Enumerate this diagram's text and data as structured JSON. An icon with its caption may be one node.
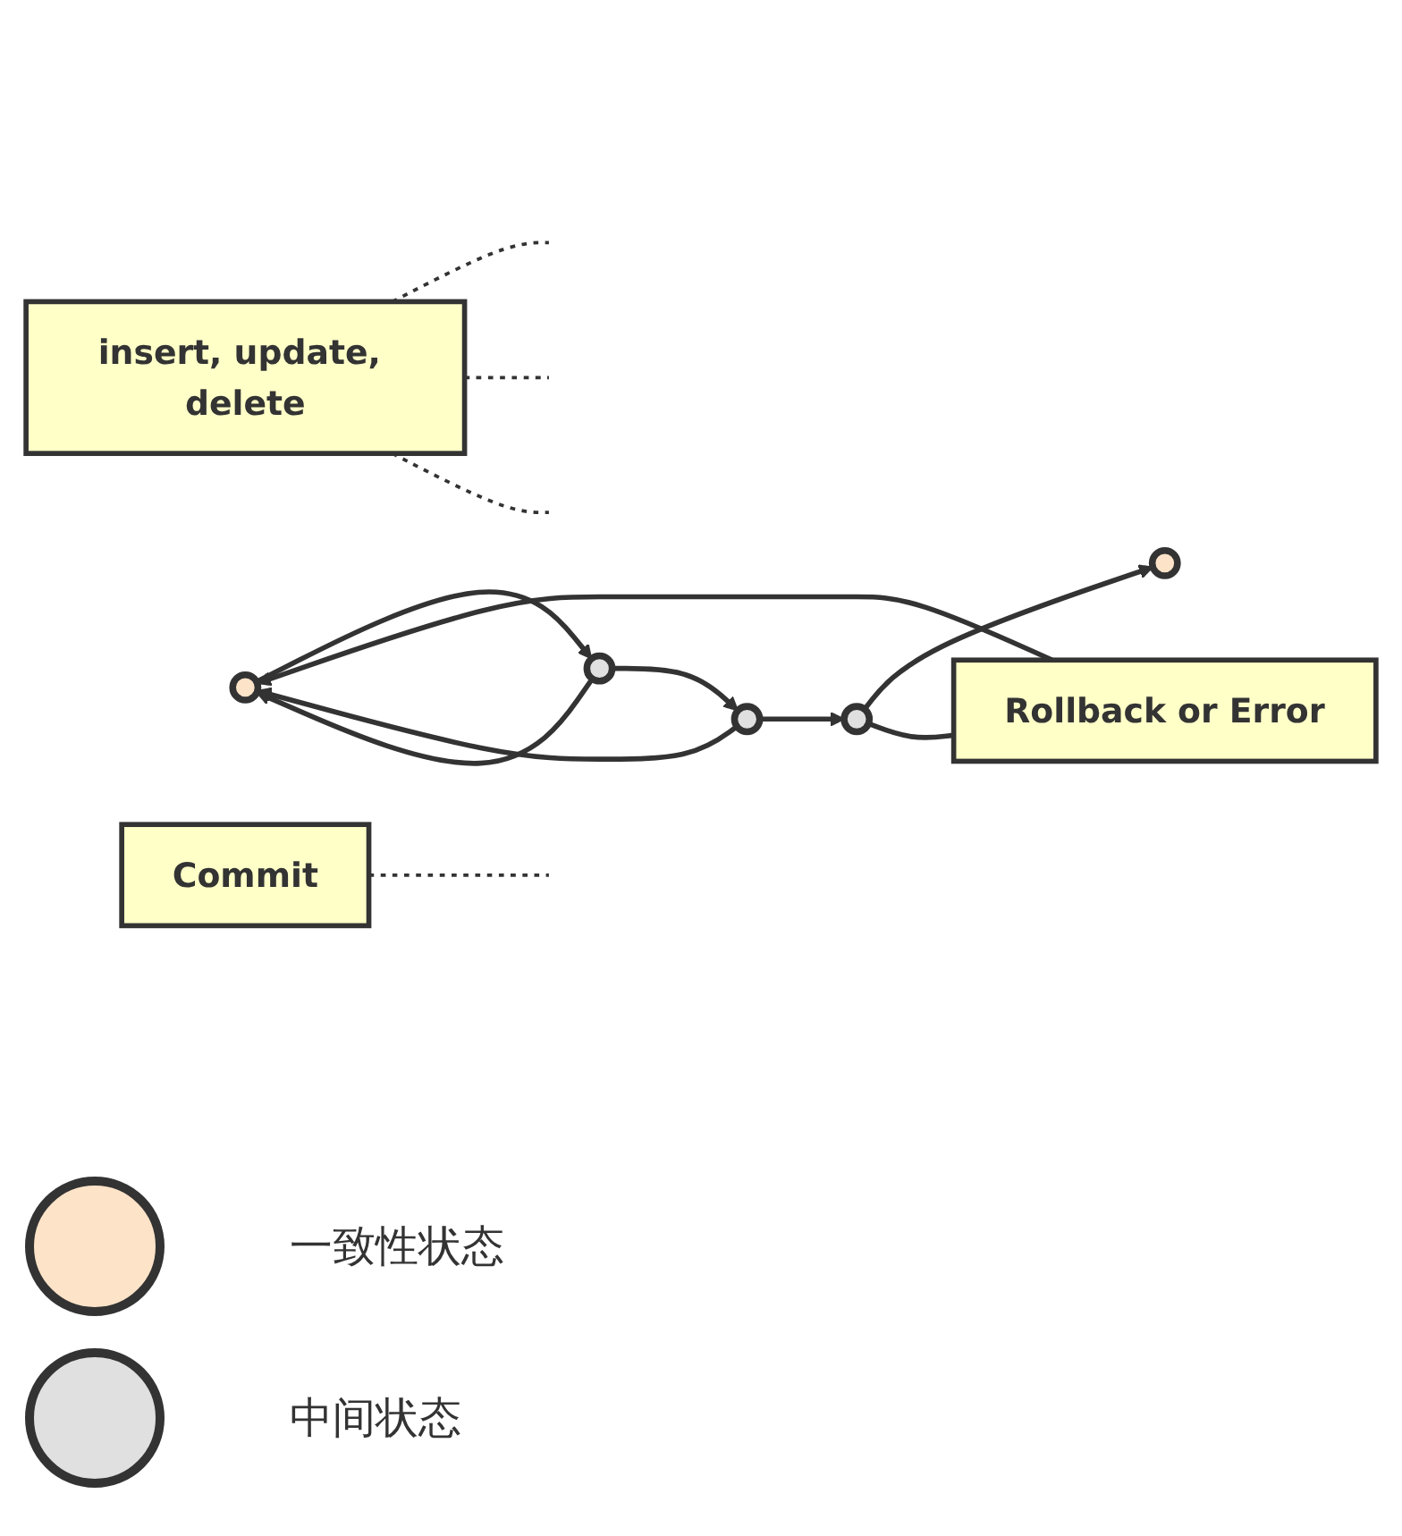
{
  "diagram": {
    "nodes": [
      {
        "text": [
          "insert, update, delete"
        ]
      },
      {
        "text": [
          "Commit"
        ]
      },
      {
        "text": [],
        "shape": "circle"
      },
      {
        "text": [],
        "shape": "circle"
      },
      {
        "text": [],
        "shape": "circle"
      },
      {
        "text": [],
        "shape": "circle"
      },
      {
        "text": [],
        "shape": "circle"
      },
      {
        "text": [
          "Rollback or Error"
        ]
      }
    ],
    "edges": [
      {
        "from": 2,
        "to": 3,
        "arrow": "to"
      },
      {
        "from": 3,
        "to": 4,
        "arrow": "to"
      },
      {
        "from": 4,
        "to": 5,
        "arrow": "to"
      },
      {
        "from": 5,
        "to": 6,
        "arrow": "to"
      },
      {
        "from": 0,
        "to": null,
        "arrow": "none",
        "style": "dashed"
      },
      {
        "from": 0,
        "to": null,
        "arrow": "none",
        "style": "dashed"
      },
      {
        "from": 0,
        "to": null,
        "arrow": "none",
        "style": "dashed"
      },
      {
        "from": 1,
        "to": null,
        "arrow": "none",
        "style": "dashed"
      },
      {
        "from": 3,
        "to": 2,
        "arrow": "to"
      },
      {
        "from": 4,
        "to": 2,
        "arrow": "to"
      },
      {
        "from": 5,
        "to": 7,
        "arrow": "none"
      },
      {
        "from": 7,
        "to": 2,
        "arrow": "to"
      }
    ],
    "legend": [
      {
        "text": "一致性状态",
        "color": "#fde3c8"
      },
      {
        "text": "中间状态",
        "color": "#e0e0e0"
      }
    ]
  }
}
